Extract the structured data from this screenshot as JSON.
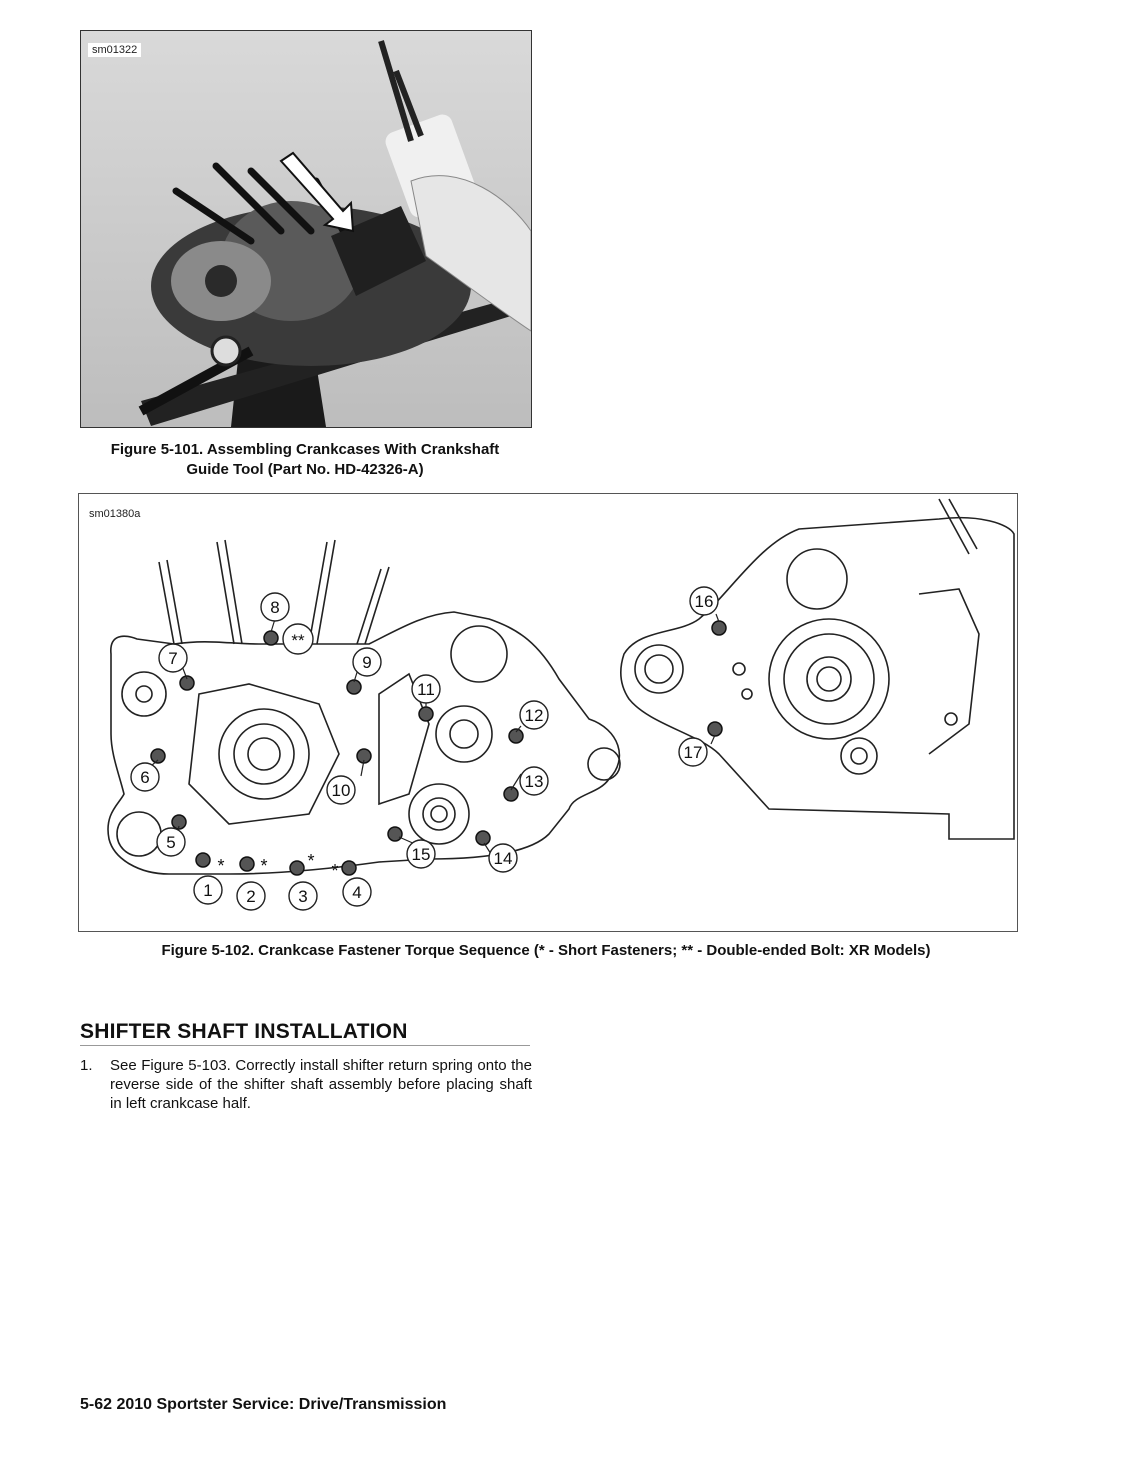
{
  "figure1": {
    "id": "sm01322",
    "caption_line1": "Figure 5-101. Assembling Crankcases With Crankshaft",
    "caption_line2": "Guide Tool (Part No. HD-42326-A)"
  },
  "figure2": {
    "id": "sm01380a",
    "callouts": [
      "1",
      "2",
      "3",
      "4",
      "5",
      "6",
      "7",
      "8",
      "9",
      "10",
      "11",
      "12",
      "13",
      "14",
      "15",
      "16",
      "17"
    ],
    "marks": {
      "short": "*",
      "double": "**"
    },
    "caption": "Figure 5-102. Crankcase Fastener Torque Sequence (* - Short Fasteners; ** - Double-ended Bolt: XR Models)"
  },
  "section": {
    "title": "SHIFTER SHAFT INSTALLATION",
    "steps": [
      {
        "num": "1.",
        "text": "See Figure 5-103. Correctly install shifter return spring onto the reverse side of the shifter shaft assembly before placing shaft in left crankcase half."
      }
    ]
  },
  "footer": {
    "text": "5-62  2010 Sportster Service: Drive/Transmission"
  }
}
